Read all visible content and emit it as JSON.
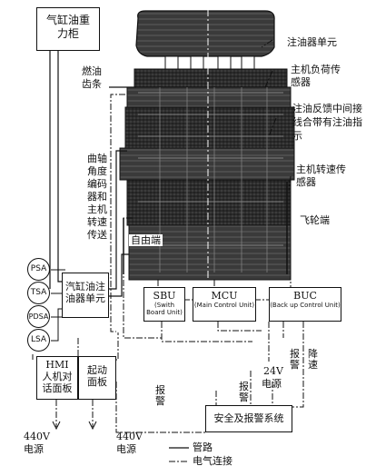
{
  "components": {
    "gravity_tank": "气缸油重力柜",
    "lubricator_unit": "注油器单元",
    "engine_load_sensor": "主机负荷传感器",
    "feedback_box": "注油反馈中间接线合带有注油指示",
    "speed_sensor": "主机转速传感器",
    "fuel_rack": "燃油齿条",
    "crank_encoder": "曲轴角度编码器和主机转速传送",
    "free_end": "自由端",
    "flywheel_end": "飞轮端",
    "cyl_oil_unit": "汽缸油注油器单元",
    "start_panel": "起动面板",
    "hmi_panel_code": "HMI",
    "hmi_panel_name": "人机对话面板",
    "safety_system": "安全及报警系统"
  },
  "units": {
    "sbu_code": "SBU",
    "sbu_sub": "(Swith Board Unit)",
    "mcu_code": "MCU",
    "mcu_sub": "(Main Control Unit)",
    "buc_code": "BUC",
    "buc_sub": "(Back up Control Unit)"
  },
  "sensors": [
    "PSA",
    "TSA",
    "PDSA",
    "LSA"
  ],
  "signals": {
    "alarm_vertical_1": "报警",
    "alarm_vertical_2": "报警",
    "alarm_vertical_3": "报警",
    "slowdown": "降速",
    "power_24v": "24V",
    "power_24v_label": "电源",
    "power_440v_left": "440V",
    "power_440v_left_label": "电源",
    "power_440v_right": "440V",
    "power_440v_right_label": "电源"
  },
  "legend": {
    "pipe": "管路",
    "electric": "电气连接"
  }
}
